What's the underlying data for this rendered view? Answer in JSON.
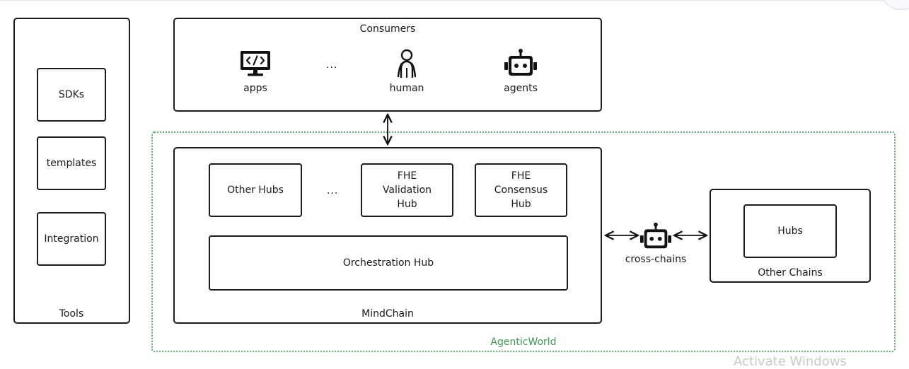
{
  "consumers": {
    "title": "Consumers",
    "items": [
      {
        "label": "apps",
        "icon": "monitor-code-icon"
      },
      {
        "label": "human",
        "icon": "person-icon"
      },
      {
        "label": "agents",
        "icon": "robot-icon"
      }
    ],
    "ellipsis": "..."
  },
  "tools": {
    "title": "Tools",
    "items": [
      "SDKs",
      "templates",
      "Integration"
    ]
  },
  "mindchain": {
    "title": "MindChain",
    "hubs": [
      "Other Hubs",
      "FHE Validation Hub",
      "FHE Consensus Hub"
    ],
    "ellipsis": "...",
    "orchestration": "Orchestration Hub"
  },
  "agenticworld": {
    "title": "AgenticWorld",
    "color": "#3e9a55"
  },
  "crosschain": {
    "label": "cross-chains",
    "icon": "robot-icon"
  },
  "other_chains": {
    "title": "Other Chains",
    "inner": "Hubs"
  },
  "watermark": "Activate Windows"
}
